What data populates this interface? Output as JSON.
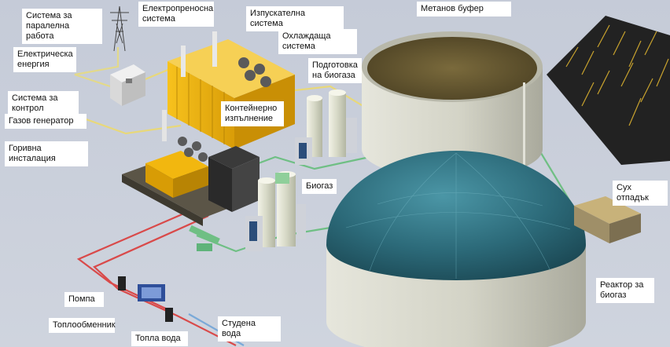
{
  "labels": {
    "parallel_system": "Система за паралелна работа",
    "power_grid": "Електропреносна система",
    "exhaust_system": "Изпускателна система",
    "cooling_system": "Охлаждаща система",
    "methane_buffer": "Метанов буфер",
    "electric_energy": "Електрическа енергия",
    "biogas_preparation": "Подготовка на биогаза",
    "control_system": "Система за контрол",
    "container_version": "Контейнерно изпълнение",
    "gas_generator": "Газов генератор",
    "fuel_installation": "Горивна инсталация",
    "biogas": "Биогаз",
    "dry_waste": "Сух отпадък",
    "biogas_reactor": "Реактор за биогаз",
    "pump": "Помпа",
    "heat_exchanger": "Топлообменник",
    "hot_water": "Топла вода",
    "cold_water": "Студена вода"
  },
  "colors": {
    "background": "#c7cdd9",
    "container_yellow": "#f2b70f",
    "dome_teal": "#2f7180",
    "tank_wall": "#d8d8cc",
    "pipe_yellow": "#e8d87a",
    "pipe_red": "#d94a4a",
    "pipe_green": "#5fb37a"
  }
}
